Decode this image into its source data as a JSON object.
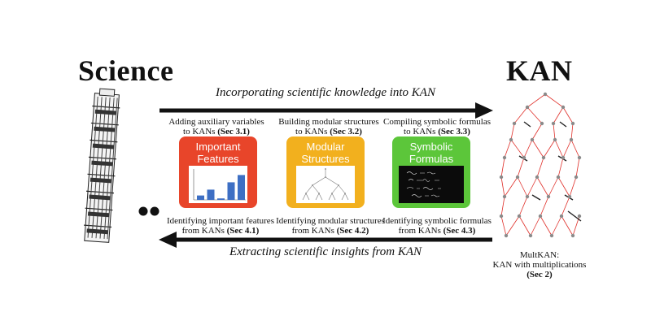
{
  "left_title": "Science",
  "right_title": "KAN",
  "top_arrow_label": "Incorporating scientific knowledge into KAN",
  "bottom_arrow_label": "Extracting scientific insights from KAN",
  "top_captions": [
    {
      "line1": "Adding auxiliary variables",
      "pre": "to KANs ",
      "sec": "(Sec 3.1)"
    },
    {
      "line1": "Building modular structures",
      "pre": "to KANs ",
      "sec": "(Sec 3.2)"
    },
    {
      "line1": "Compiling symbolic formulas",
      "pre": "to KANs ",
      "sec": "(Sec 3.3)"
    }
  ],
  "cards": [
    {
      "title_line1": "Important",
      "title_line2": "Features",
      "color": "#e8452a",
      "bars": [
        0.15,
        0.35,
        0.05,
        0.6,
        0.85
      ]
    },
    {
      "title_line1": "Modular",
      "title_line2": "Structures",
      "color": "#f2b01e"
    },
    {
      "title_line1": "Symbolic",
      "title_line2": "Formulas",
      "color": "#5cc63a"
    }
  ],
  "bottom_captions": [
    {
      "line1": "Identifying important features",
      "pre": "from KANs ",
      "sec": "(Sec 4.1)"
    },
    {
      "line1": "Identifying modular structures",
      "pre": "from KANs ",
      "sec": "(Sec 4.2)"
    },
    {
      "line1": "Identifying symbolic formulas",
      "pre": "from KANs ",
      "sec": "(Sec 4.3)"
    }
  ],
  "multkan": {
    "line1": "MultKAN:",
    "line2": "KAN with multiplications",
    "line3": "(Sec 2)"
  },
  "colors": {
    "arrow": "#111111",
    "kan_edge": "#e0302a",
    "kan_node": "#8a8a8a",
    "bar": "#3d6fc4"
  }
}
